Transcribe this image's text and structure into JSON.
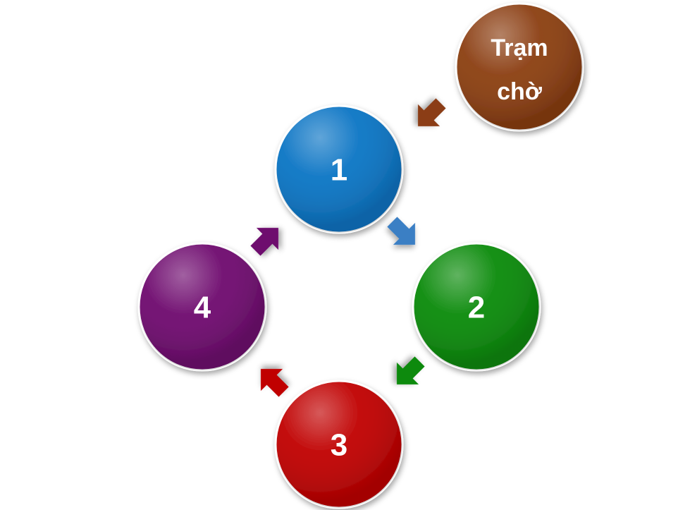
{
  "nodes": {
    "waiting_station": {
      "line1": "Trạm",
      "line2": "chờ",
      "color": "#8B3E12"
    },
    "step1": {
      "label": "1",
      "color": "#0A74C4"
    },
    "step2": {
      "label": "2",
      "color": "#0A8A0A"
    },
    "step3": {
      "label": "3",
      "color": "#C00000"
    },
    "step4": {
      "label": "4",
      "color": "#6E0A6E"
    }
  },
  "arrows": {
    "waiting_to_1": {
      "color": "#8B3E12"
    },
    "1_to_2": {
      "color": "#3A7FC4"
    },
    "2_to_3": {
      "color": "#0A8A0A"
    },
    "3_to_4": {
      "color": "#C00000"
    },
    "4_to_1": {
      "color": "#6E0A6E"
    }
  }
}
